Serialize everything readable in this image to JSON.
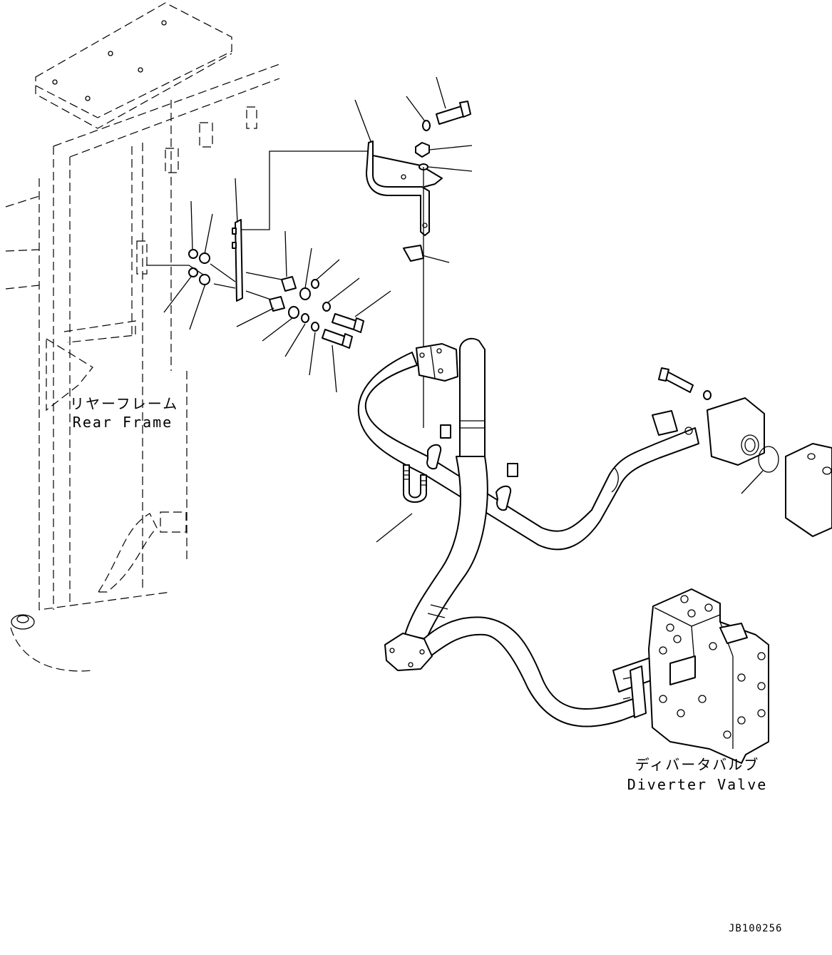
{
  "labels": {
    "rear_frame_jp": "リヤーフレーム",
    "rear_frame_en": "Rear Frame",
    "diverter_valve_jp": "ディバータバルブ",
    "diverter_valve_en": "Diverter Valve"
  },
  "drawing_code": "JB100256",
  "icons": {
    "rear_frame": "rear-frame-icon",
    "bracket": "bracket-icon",
    "plate": "plate-icon",
    "hose": "hose-icon",
    "valve": "diverter-valve-icon",
    "flange": "flange-icon",
    "u_bolt": "u-bolt-icon"
  },
  "colors": {
    "line": "#000000",
    "background": "#ffffff"
  }
}
